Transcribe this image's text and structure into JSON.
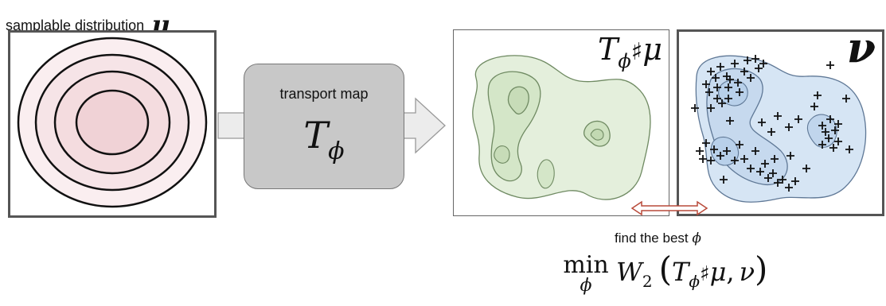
{
  "source": {
    "caption": "samplable distribution",
    "symbol": "μ"
  },
  "transport": {
    "label": "transport map",
    "symbol": "T",
    "subscript": "ϕ"
  },
  "pushforward": {
    "symbol": "T",
    "subscript": "ϕ",
    "op": "♯",
    "arg": "μ"
  },
  "target": {
    "symbol": "ν"
  },
  "objective": {
    "caption": "find the best",
    "caption_symbol": "ϕ",
    "min_word": "min",
    "min_sub": "ϕ",
    "W": "W",
    "W_sub": "2",
    "T": "T",
    "T_sub": "ϕ",
    "sharp": "♯",
    "mu": "μ",
    "comma": ",",
    "nu": "ν",
    "lparen": "(",
    "rparen": ")"
  },
  "colors": {
    "source_fill": "#f4dcdf",
    "source_inner": "#f0d2d6",
    "pushforward_fill": "#e4efdc",
    "pushforward_level": "#d4e6c8",
    "target_fill": "#d6e5f4",
    "target_level": "#c4d8ee",
    "arrow_gray": "#e8e8e8",
    "double_arrow": "#b94a3a"
  },
  "icons": {
    "sample_marker": "plus-marker",
    "flow_arrow": "block-arrow",
    "compare_arrow": "double-headed-arrow"
  }
}
